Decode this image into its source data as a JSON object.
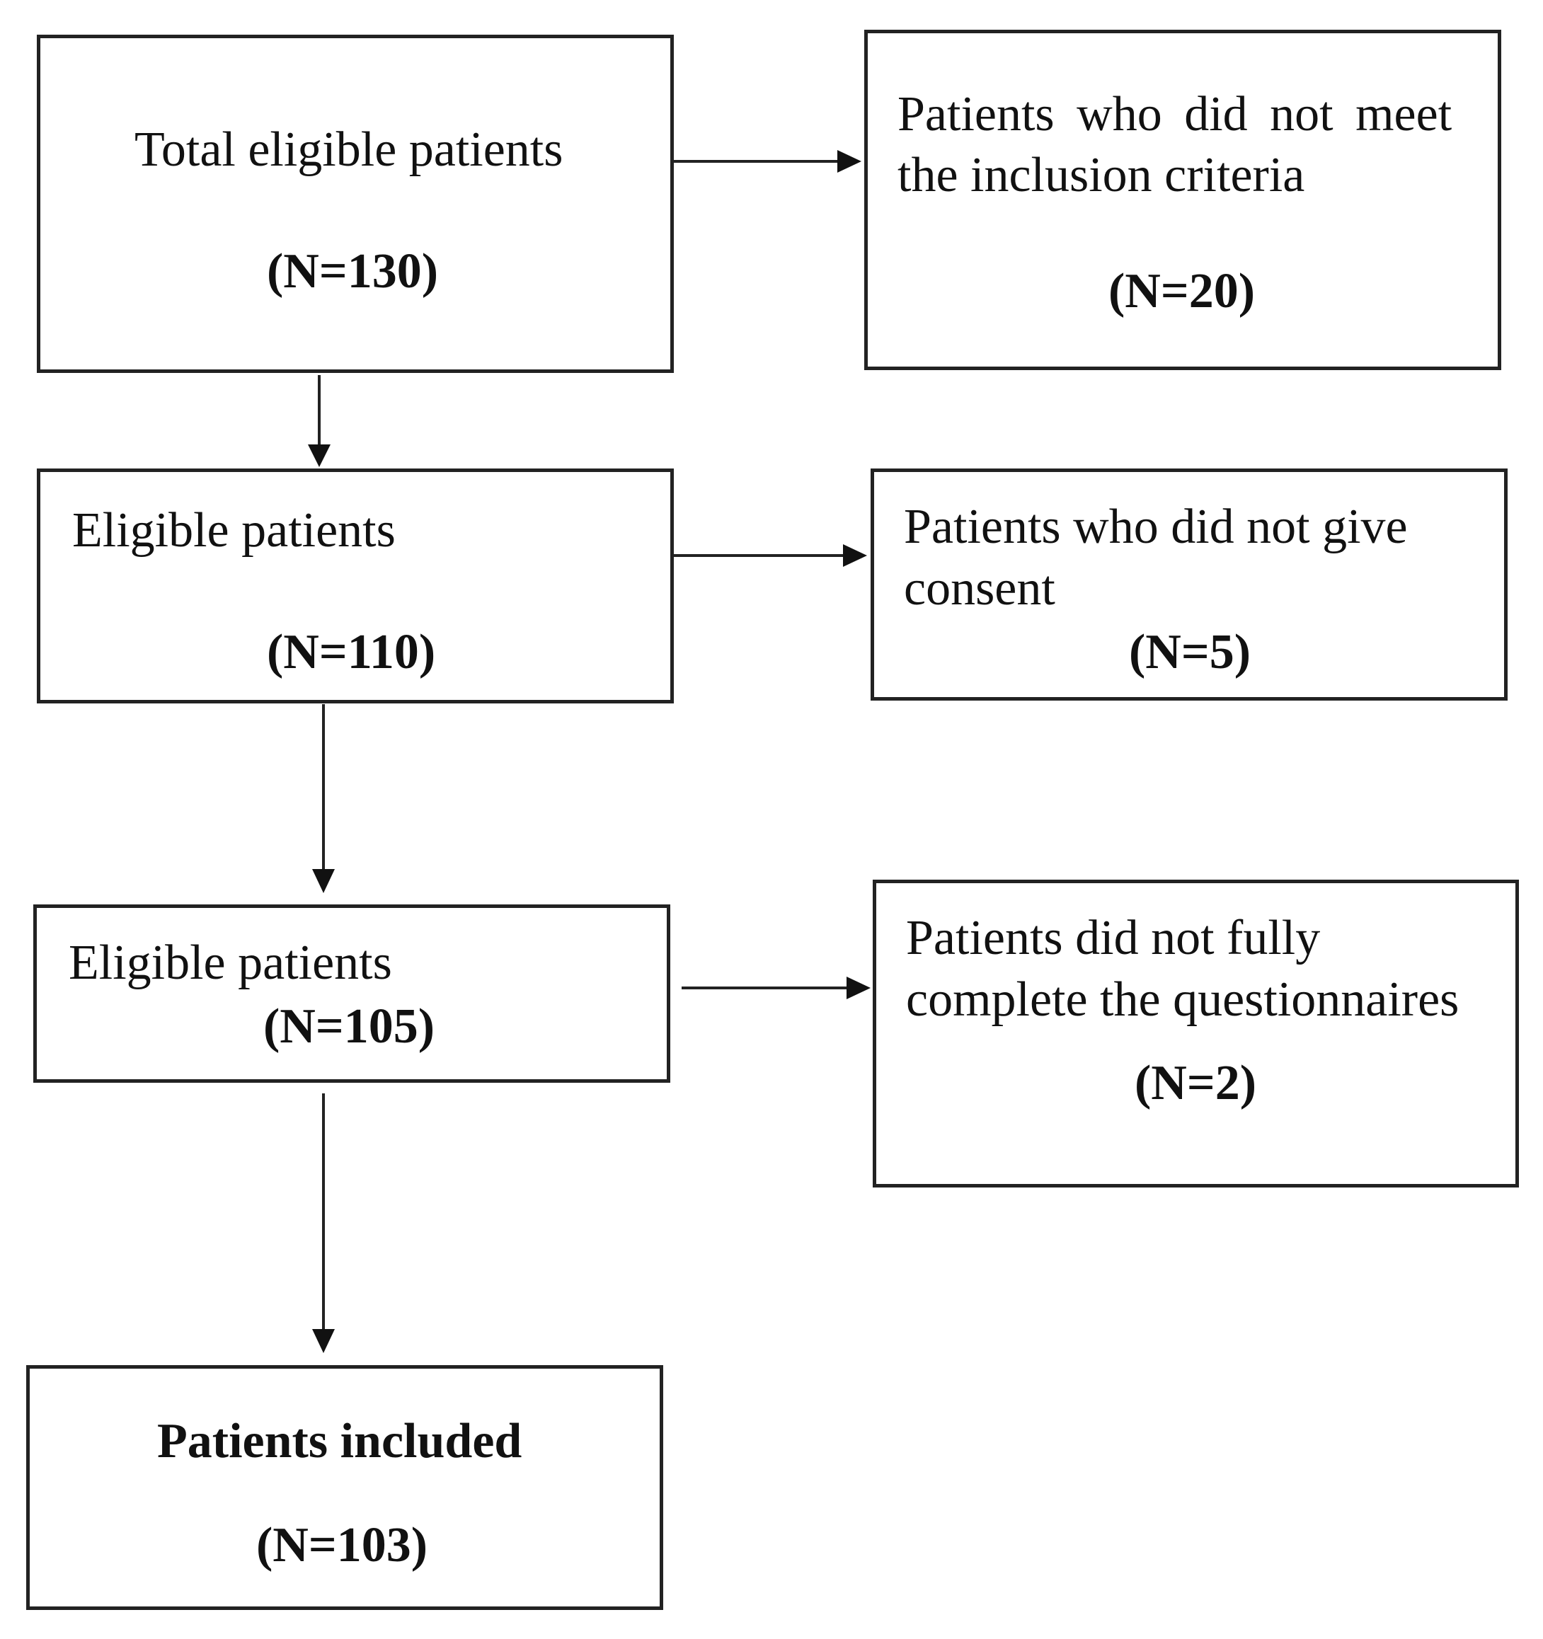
{
  "flowchart": {
    "main_boxes": [
      {
        "label": "Total eligible patients",
        "count": "(N=130)"
      },
      {
        "label": "Eligible patients",
        "count": "(N=110)"
      },
      {
        "label": "Eligible patients",
        "count": "(N=105)"
      },
      {
        "label": "Patients included",
        "count": "(N=103)"
      }
    ],
    "exclusion_boxes": [
      {
        "line1": "Patients who did not meet",
        "line2": "the inclusion criteria",
        "count": "(N=20)"
      },
      {
        "line1": "Patients who did not give",
        "line2": "consent",
        "count": "(N=5)"
      },
      {
        "line1": "Patients did not fully",
        "line2": "complete the questionnaires",
        "count": "(N=2)"
      }
    ]
  }
}
